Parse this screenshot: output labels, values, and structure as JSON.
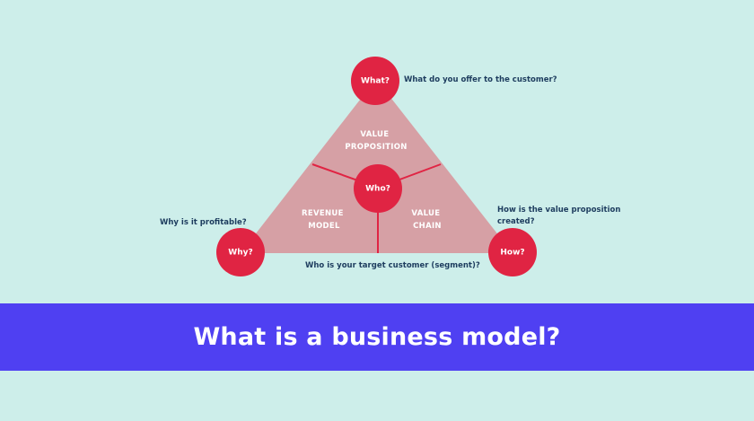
{
  "colors": {
    "background": "#cdeeea",
    "triangle": "#d6a0a5",
    "node": "#e02443",
    "question_text": "#1d3c5e",
    "banner": "#4f40f2"
  },
  "nodes": {
    "what": "What?",
    "who": "Who?",
    "why": "Why?",
    "how": "How?"
  },
  "sections": {
    "value_proposition": [
      "VALUE",
      "PROPOSITION"
    ],
    "revenue_model": [
      "REVENUE",
      "MODEL"
    ],
    "value_chain": [
      "VALUE",
      "CHAIN"
    ]
  },
  "questions": {
    "what": "What do you offer to the customer?",
    "why": "Why is it profitable?",
    "how": [
      "How is the value proposition",
      "created?"
    ],
    "who": "Who is your target customer (segment)?"
  },
  "banner": {
    "title": "What is a business model?"
  }
}
